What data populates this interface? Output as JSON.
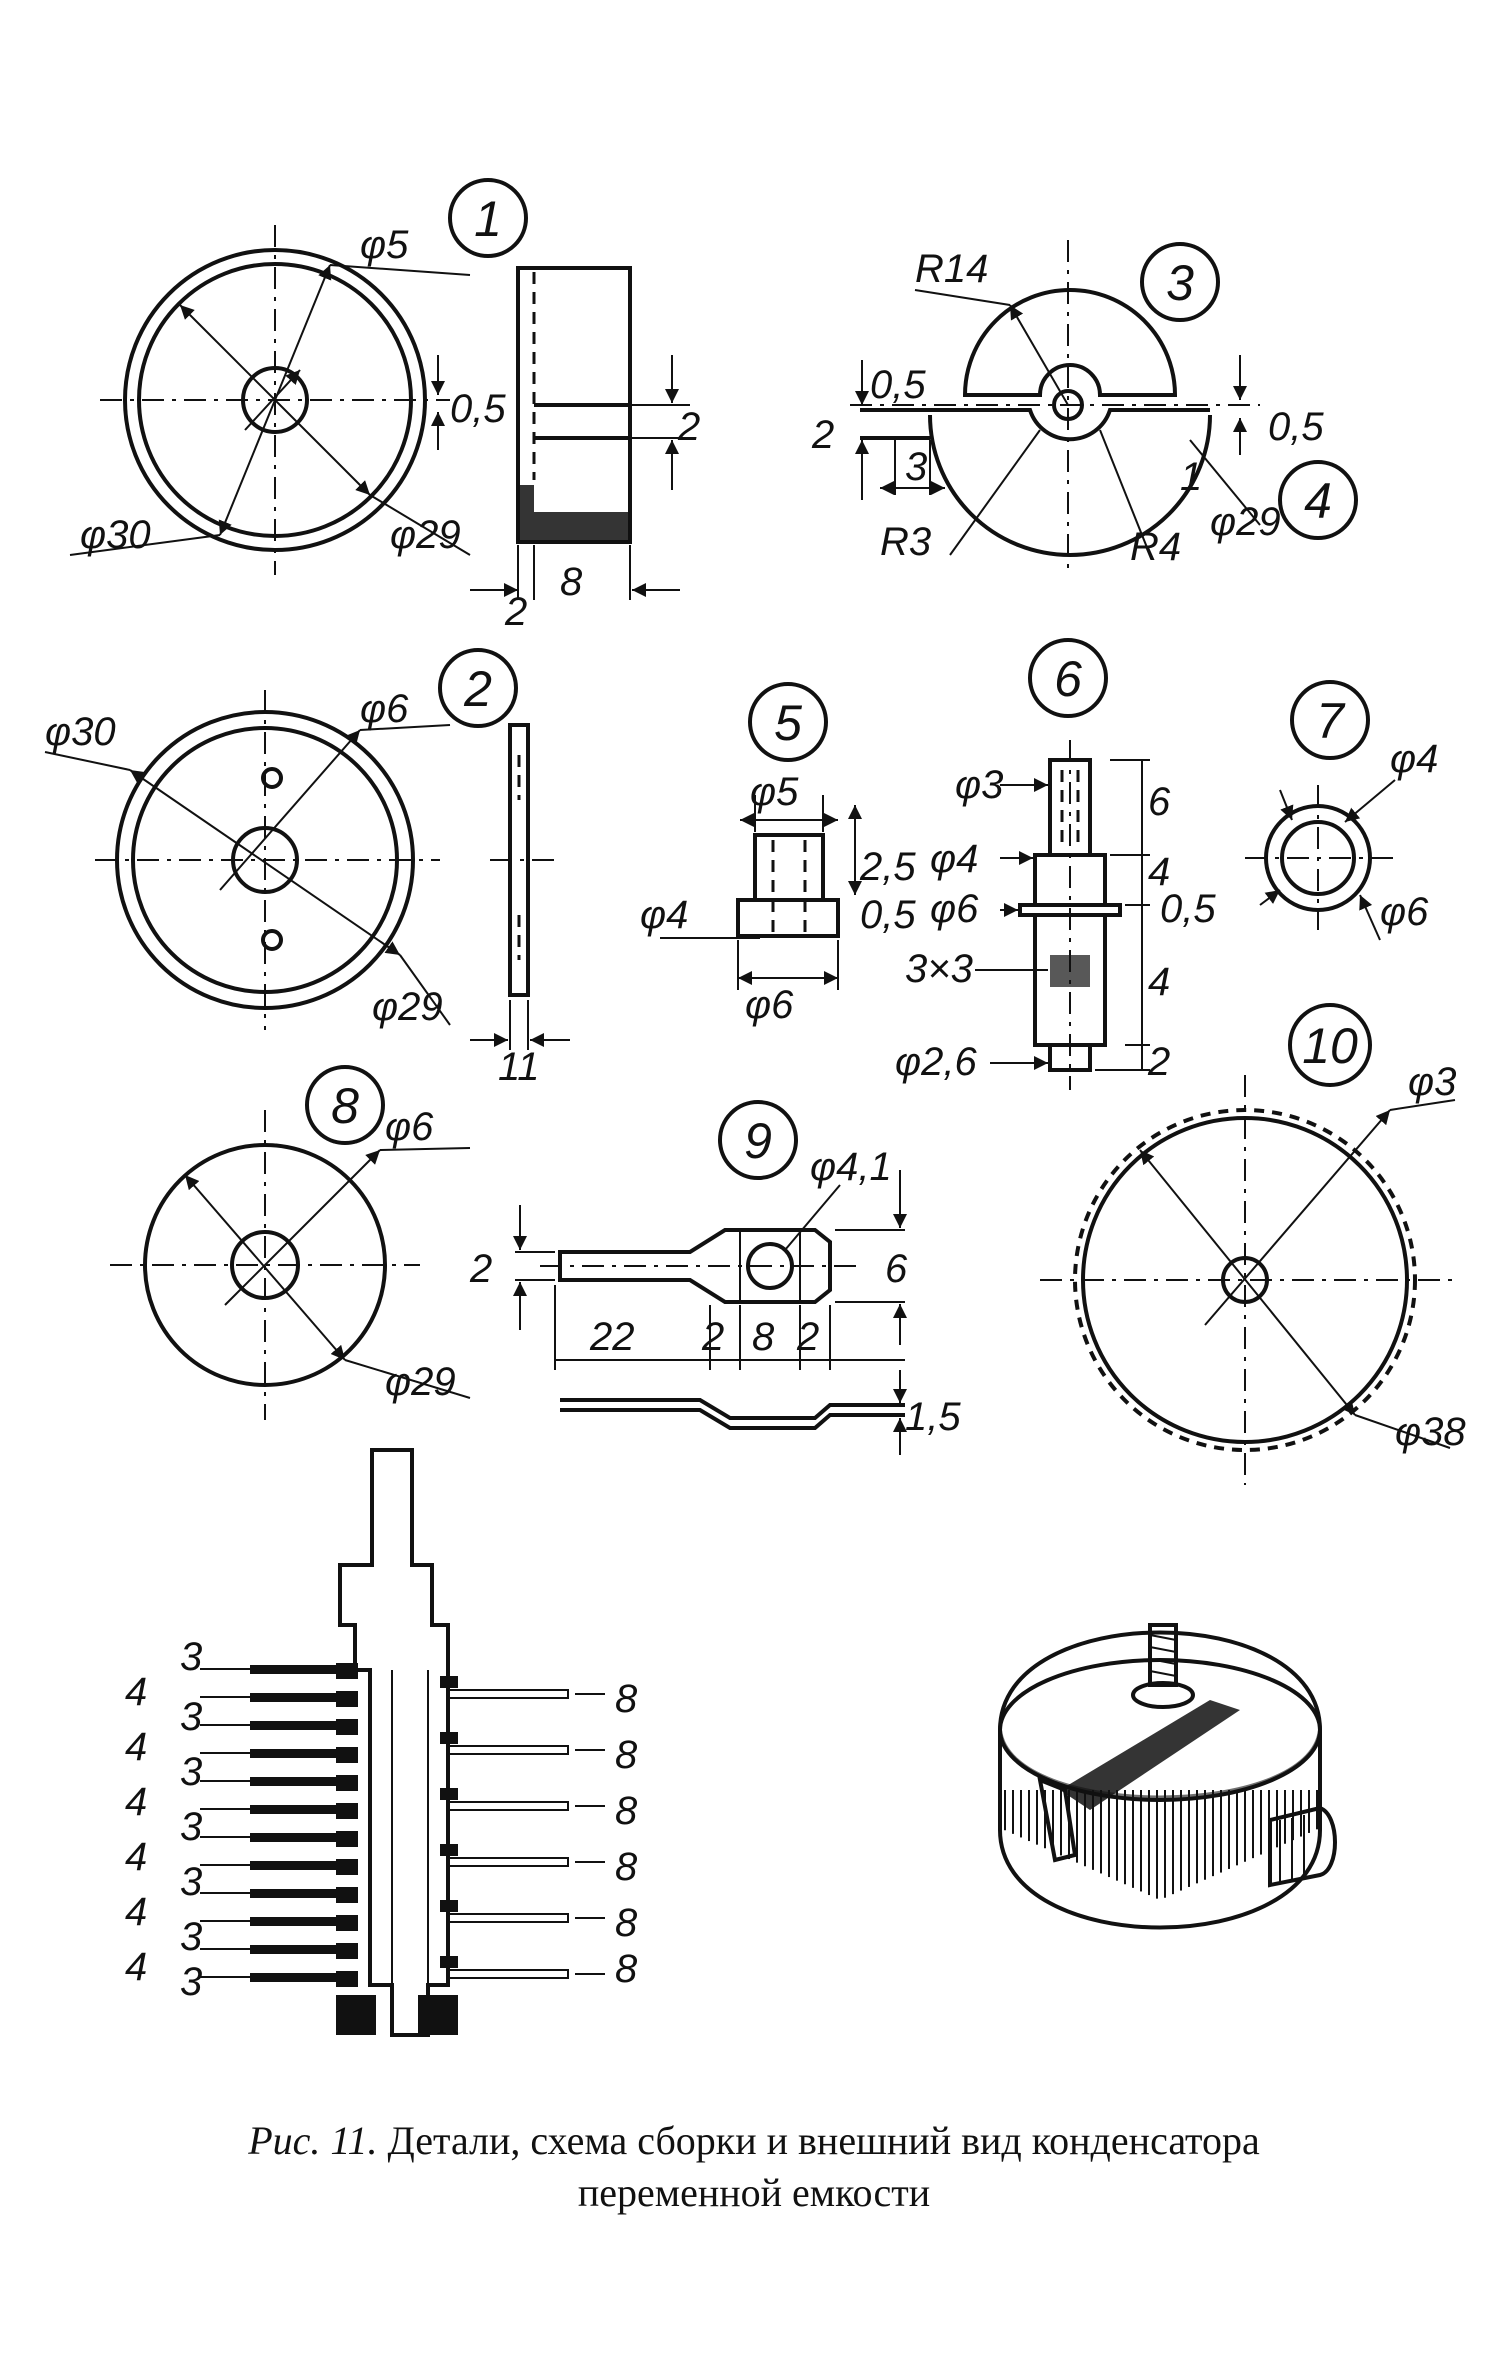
{
  "parts": {
    "p1": {
      "number": "1",
      "dims": {
        "d5": "φ5",
        "d05": "0,5",
        "d2": "2",
        "d30": "φ30",
        "d29": "φ29",
        "w8": "8",
        "w2": "2"
      }
    },
    "p2": {
      "number": "2",
      "dims": {
        "d30": "φ30",
        "d6": "φ6",
        "d29": "φ29",
        "w11": "11"
      }
    },
    "p3": {
      "number": "3",
      "dims": {
        "r14": "R14",
        "d05a": "0,5",
        "d2": "2",
        "d3": "3",
        "r3": "R3",
        "r4": "R4",
        "d05b": "0,5",
        "d29": "φ29",
        "d1": "1"
      }
    },
    "p4": {
      "number": "4"
    },
    "p5": {
      "number": "5",
      "dims": {
        "d5": "φ5",
        "h25": "2,5",
        "d4": "φ4",
        "h05": "0,5",
        "d6": "φ6"
      }
    },
    "p6": {
      "number": "6",
      "dims": {
        "d3": "φ3",
        "h6": "6",
        "d4": "φ4",
        "h4a": "4",
        "d6": "φ6",
        "h05": "0,5",
        "sq": "3×3",
        "h4b": "4",
        "d26": "φ2,6",
        "h2": "2"
      }
    },
    "p7": {
      "number": "7",
      "dims": {
        "d4": "φ4",
        "d6": "φ6"
      }
    },
    "p8": {
      "number": "8",
      "dims": {
        "d6": "φ6",
        "d29": "φ29"
      }
    },
    "p9": {
      "number": "9",
      "dims": {
        "d41": "φ4,1",
        "h2": "2",
        "h6": "6",
        "l22": "22",
        "l2a": "2",
        "l8": "8",
        "l2b": "2",
        "t15": "1,5"
      }
    },
    "p10": {
      "number": "10",
      "dims": {
        "d3": "φ3",
        "d38": "φ38"
      }
    }
  },
  "assembly": {
    "left_labels": [
      "4",
      "3",
      "4",
      "3",
      "4",
      "3",
      "4",
      "3",
      "4",
      "3",
      "4",
      "3"
    ],
    "left_top": "3",
    "right_labels": [
      "8",
      "8",
      "8",
      "8",
      "8",
      "8"
    ]
  },
  "caption": {
    "figure": "Рис. 11.",
    "line1": "Детали, схема  сборки и внешний вид конденсатора",
    "line2": "переменной емкости"
  }
}
